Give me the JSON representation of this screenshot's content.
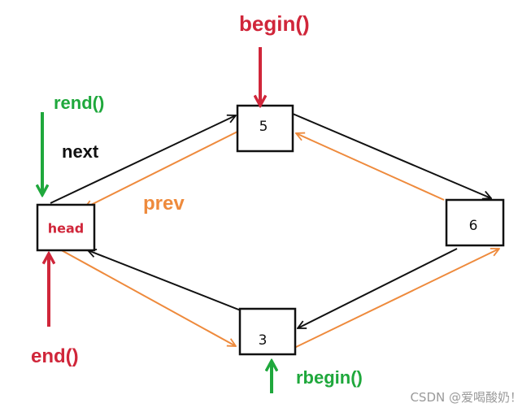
{
  "colors": {
    "red": "#d0263a",
    "green": "#1fa83c",
    "orange": "#ee8a3c",
    "black": "#111111",
    "watermark": "#9a9a9a"
  },
  "nodes": {
    "head": "head",
    "n5": "5",
    "n6": "6",
    "n3": "3"
  },
  "labels": {
    "begin": "begin()",
    "rend": "rend()",
    "next": "next",
    "prev": "prev",
    "end": "end()",
    "rbegin": "rbegin()"
  },
  "watermark": "CSDN @爱喝酸奶！"
}
